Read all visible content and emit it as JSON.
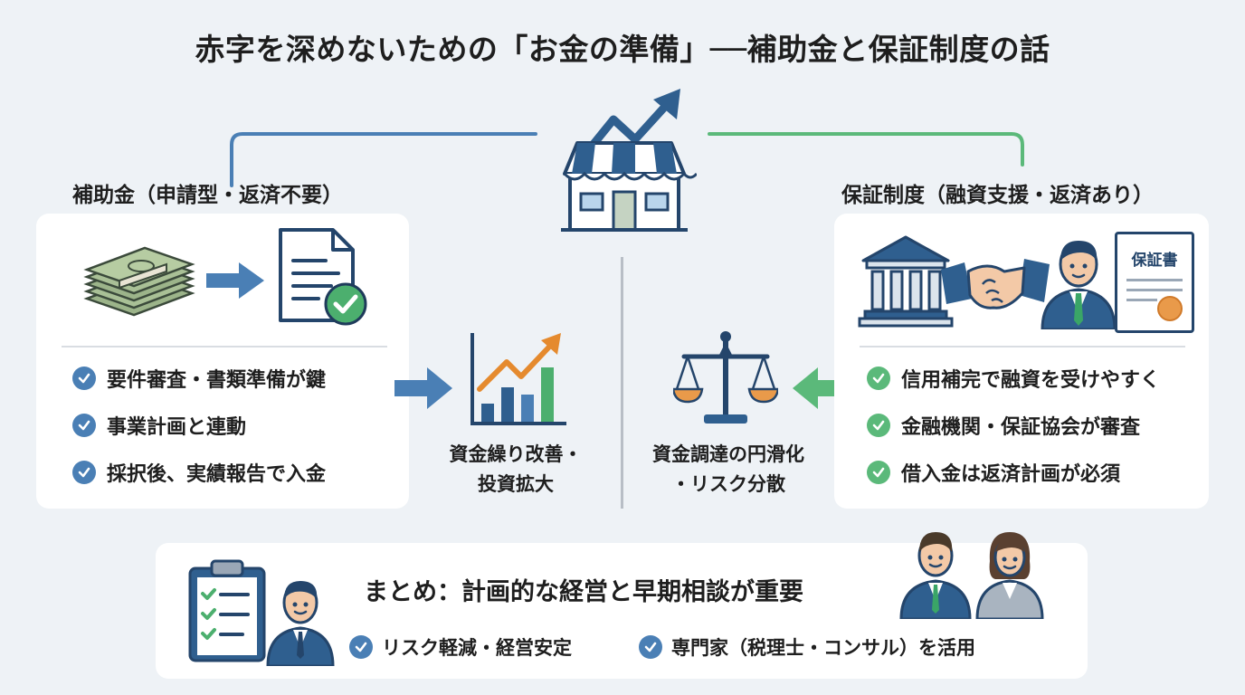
{
  "title": "赤字を深めないための「お金の準備」──補助金と保証制度の話",
  "left": {
    "label": "補助金（申請型・返済不要）",
    "items": [
      "要件審査・書類準備が鍵",
      "事業計画と連動",
      "採択後、実績報告で入金"
    ],
    "accent": "#4a7fb5"
  },
  "right": {
    "label": "保証制度（融資支援・返済あり）",
    "document_label": "保証書",
    "items": [
      "信用補完で融資を受けやすく",
      "金融機関・保証協会が審査",
      "借入金は返済計画が必須"
    ],
    "accent": "#5bb97a"
  },
  "center": {
    "left_caption": [
      "資金繰り改善・",
      "投資拡大"
    ],
    "right_caption": [
      "資金調達の円滑化",
      "・リスク分散"
    ]
  },
  "summary": {
    "title": "まとめ：計画的な経営と早期相談が重要",
    "items": [
      "リスク軽減・経営安定",
      "専門家（税理士・コンサル）を活用"
    ]
  },
  "icons": [
    "store-icon",
    "trend-arrow-icon",
    "money-stack-icon",
    "arrow-right-icon",
    "document-check-icon",
    "bar-chart-icon",
    "scale-icon",
    "bank-icon",
    "handshake-icon",
    "businessman-icon",
    "certificate-icon",
    "clipboard-icon",
    "advisor-icon",
    "consultants-icon",
    "check-icon"
  ]
}
